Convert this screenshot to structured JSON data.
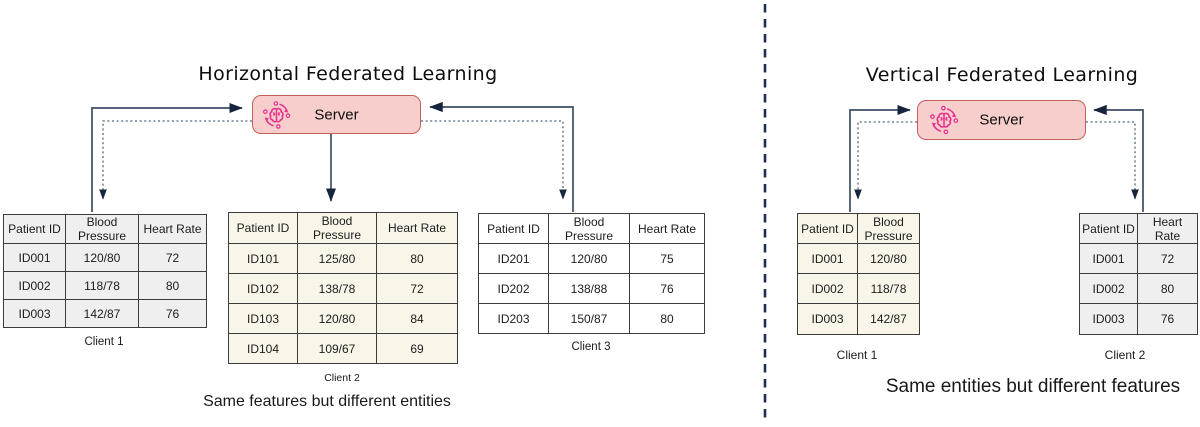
{
  "left_section": {
    "title": "Horizontal Federated Learning",
    "server_label": "Server",
    "caption": "Same features but different entities",
    "tables": [
      {
        "client": "Client 1",
        "headers": [
          "Patient ID",
          "Blood Pressure",
          "Heart Rate"
        ],
        "rows": [
          [
            "ID001",
            "120/80",
            "72"
          ],
          [
            "ID002",
            "118/78",
            "80"
          ],
          [
            "ID003",
            "142/87",
            "76"
          ]
        ]
      },
      {
        "client": "Client 2",
        "headers": [
          "Patient ID",
          "Blood Pressure",
          "Heart Rate"
        ],
        "rows": [
          [
            "ID101",
            "125/80",
            "80"
          ],
          [
            "ID102",
            "138/78",
            "72"
          ],
          [
            "ID103",
            "120/80",
            "84"
          ],
          [
            "ID104",
            "109/67",
            "69"
          ]
        ]
      },
      {
        "client": "Client 3",
        "headers": [
          "Patient ID",
          "Blood Pressure",
          "Heart Rate"
        ],
        "rows": [
          [
            "ID201",
            "120/80",
            "75"
          ],
          [
            "ID202",
            "138/88",
            "76"
          ],
          [
            "ID203",
            "150/87",
            "80"
          ]
        ]
      }
    ]
  },
  "right_section": {
    "title": "Vertical Federated Learning",
    "server_label": "Server",
    "caption": "Same entities but different features",
    "tables": [
      {
        "client": "Client 1",
        "headers": [
          "Patient ID",
          "Blood Pressure"
        ],
        "rows": [
          [
            "ID001",
            "120/80"
          ],
          [
            "ID002",
            "118/78"
          ],
          [
            "ID003",
            "142/87"
          ]
        ]
      },
      {
        "client": "Client 2",
        "headers": [
          "Patient ID",
          "Heart Rate"
        ],
        "rows": [
          [
            "ID001",
            "72"
          ],
          [
            "ID002",
            "80"
          ],
          [
            "ID003",
            "76"
          ]
        ]
      }
    ]
  },
  "colors": {
    "server_fill": "#f8cecc",
    "server_border": "#c2615c",
    "icon_pink": "#e8308f",
    "solid_arrow": "#3a4f64",
    "dashed_arrow": "#51677d",
    "arrowhead": "#16243d",
    "divider": "#1e2e52",
    "table_gray": "#efefef",
    "table_cream": "#f9f6e9"
  }
}
